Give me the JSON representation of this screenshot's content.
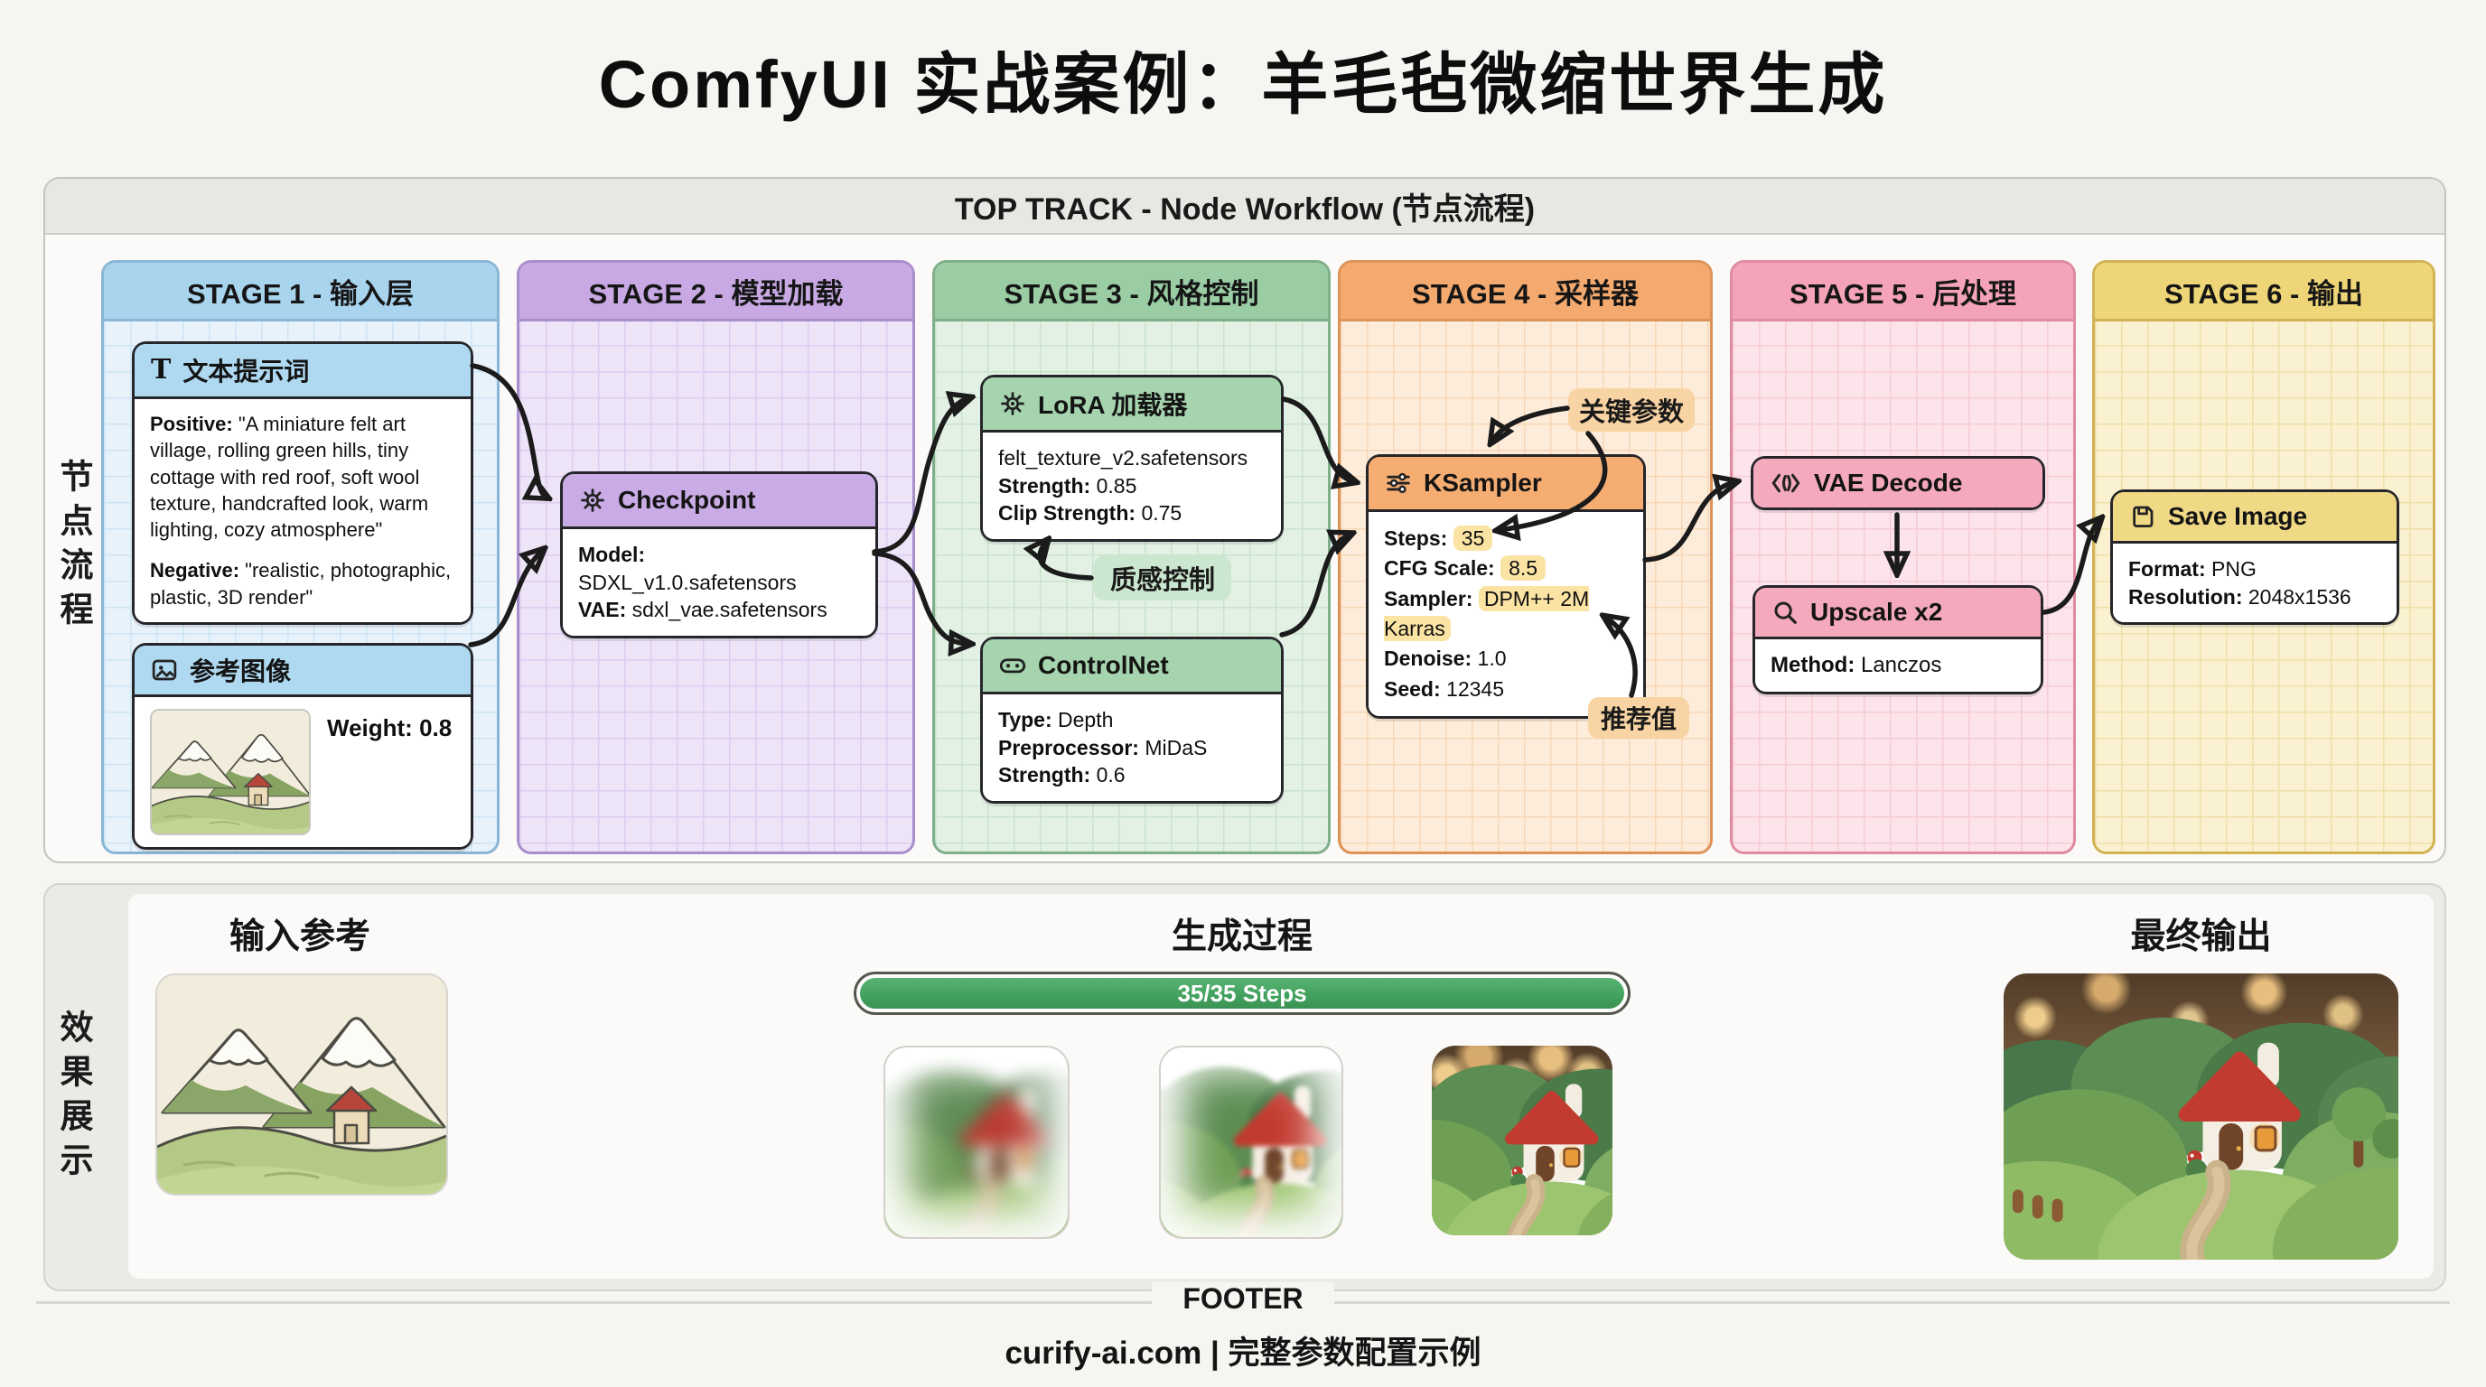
{
  "page_title": "ComfyUI 实战案例：羊毛毡微缩世界生成",
  "top_track": {
    "header": "TOP TRACK - Node Workflow (节点流程)",
    "side_label": "节点流程",
    "stages": [
      {
        "title": "STAGE 1 - 输入层"
      },
      {
        "title": "STAGE 2 - 模型加载"
      },
      {
        "title": "STAGE 3 - 风格控制"
      },
      {
        "title": "STAGE 4 - 采样器"
      },
      {
        "title": "STAGE 5 - 后处理"
      },
      {
        "title": "STAGE 6 - 输出"
      }
    ],
    "prompt_node": {
      "title": "文本提示词",
      "positive_label": "Positive:",
      "positive_text": "\"A miniature felt art village, rolling green hills, tiny cottage with red roof, soft wool texture, handcrafted look, warm lighting, cozy atmosphere\"",
      "negative_label": "Negative:",
      "negative_text": "\"realistic, photographic, plastic, 3D render\""
    },
    "reference_node": {
      "title": "参考图像",
      "weight_label": "Weight:",
      "weight_value": "0.8"
    },
    "checkpoint_node": {
      "title": "Checkpoint",
      "model_label": "Model:",
      "model_value": "SDXL_v1.0.safetensors",
      "vae_label": "VAE:",
      "vae_value": "sdxl_vae.safetensors"
    },
    "lora_node": {
      "title": "LoRA 加载器",
      "file_value": "felt_texture_v2.safetensors",
      "strength_label": "Strength:",
      "strength_value": "0.85",
      "clip_label": "Clip Strength:",
      "clip_value": "0.75"
    },
    "controlnet_node": {
      "title": "ControlNet",
      "type_label": "Type:",
      "type_value": "Depth",
      "preprocessor_label": "Preprocessor:",
      "preprocessor_value": "MiDaS",
      "strength_label": "Strength:",
      "strength_value": "0.6"
    },
    "ksampler_node": {
      "title": "KSampler",
      "steps_label": "Steps:",
      "steps_value": "35",
      "cfg_label": "CFG Scale:",
      "cfg_value": "8.5",
      "sampler_label": "Sampler:",
      "sampler_value": "DPM++ 2M Karras",
      "denoise_label": "Denoise:",
      "denoise_value": "1.0",
      "seed_label": "Seed:",
      "seed_value": "12345"
    },
    "vae_node": {
      "title": "VAE Decode"
    },
    "upscale_node": {
      "title": "Upscale x2",
      "method_label": "Method:",
      "method_value": "Lanczos"
    },
    "save_node": {
      "title": "Save Image",
      "format_label": "Format:",
      "format_value": "PNG",
      "resolution_label": "Resolution:",
      "resolution_value": "2048x1536"
    },
    "annotations": {
      "texture_control": "质感控制",
      "key_params": "关键参数",
      "recommended": "推荐值"
    }
  },
  "bottom_track": {
    "side_label": "效果展示",
    "input_heading": "输入参考",
    "process_heading": "生成过程",
    "output_heading": "最终输出",
    "progress_label": "35/35 Steps"
  },
  "footer": {
    "label": "FOOTER",
    "credit": "curify-ai.com | 完整参数配置示例"
  },
  "colors": {
    "stage1_header": "#a9d4ee",
    "stage2_header": "#c8a9e4",
    "stage3_header": "#9bcda5",
    "stage4_header": "#f4a96e",
    "stage5_header": "#f4a3b9",
    "stage6_header": "#eed678",
    "progress_green": "#42a05e",
    "value_highlight": "#fbe3a4",
    "annotation_green": "#cbe7cf",
    "annotation_orange": "#f8d3a3"
  }
}
